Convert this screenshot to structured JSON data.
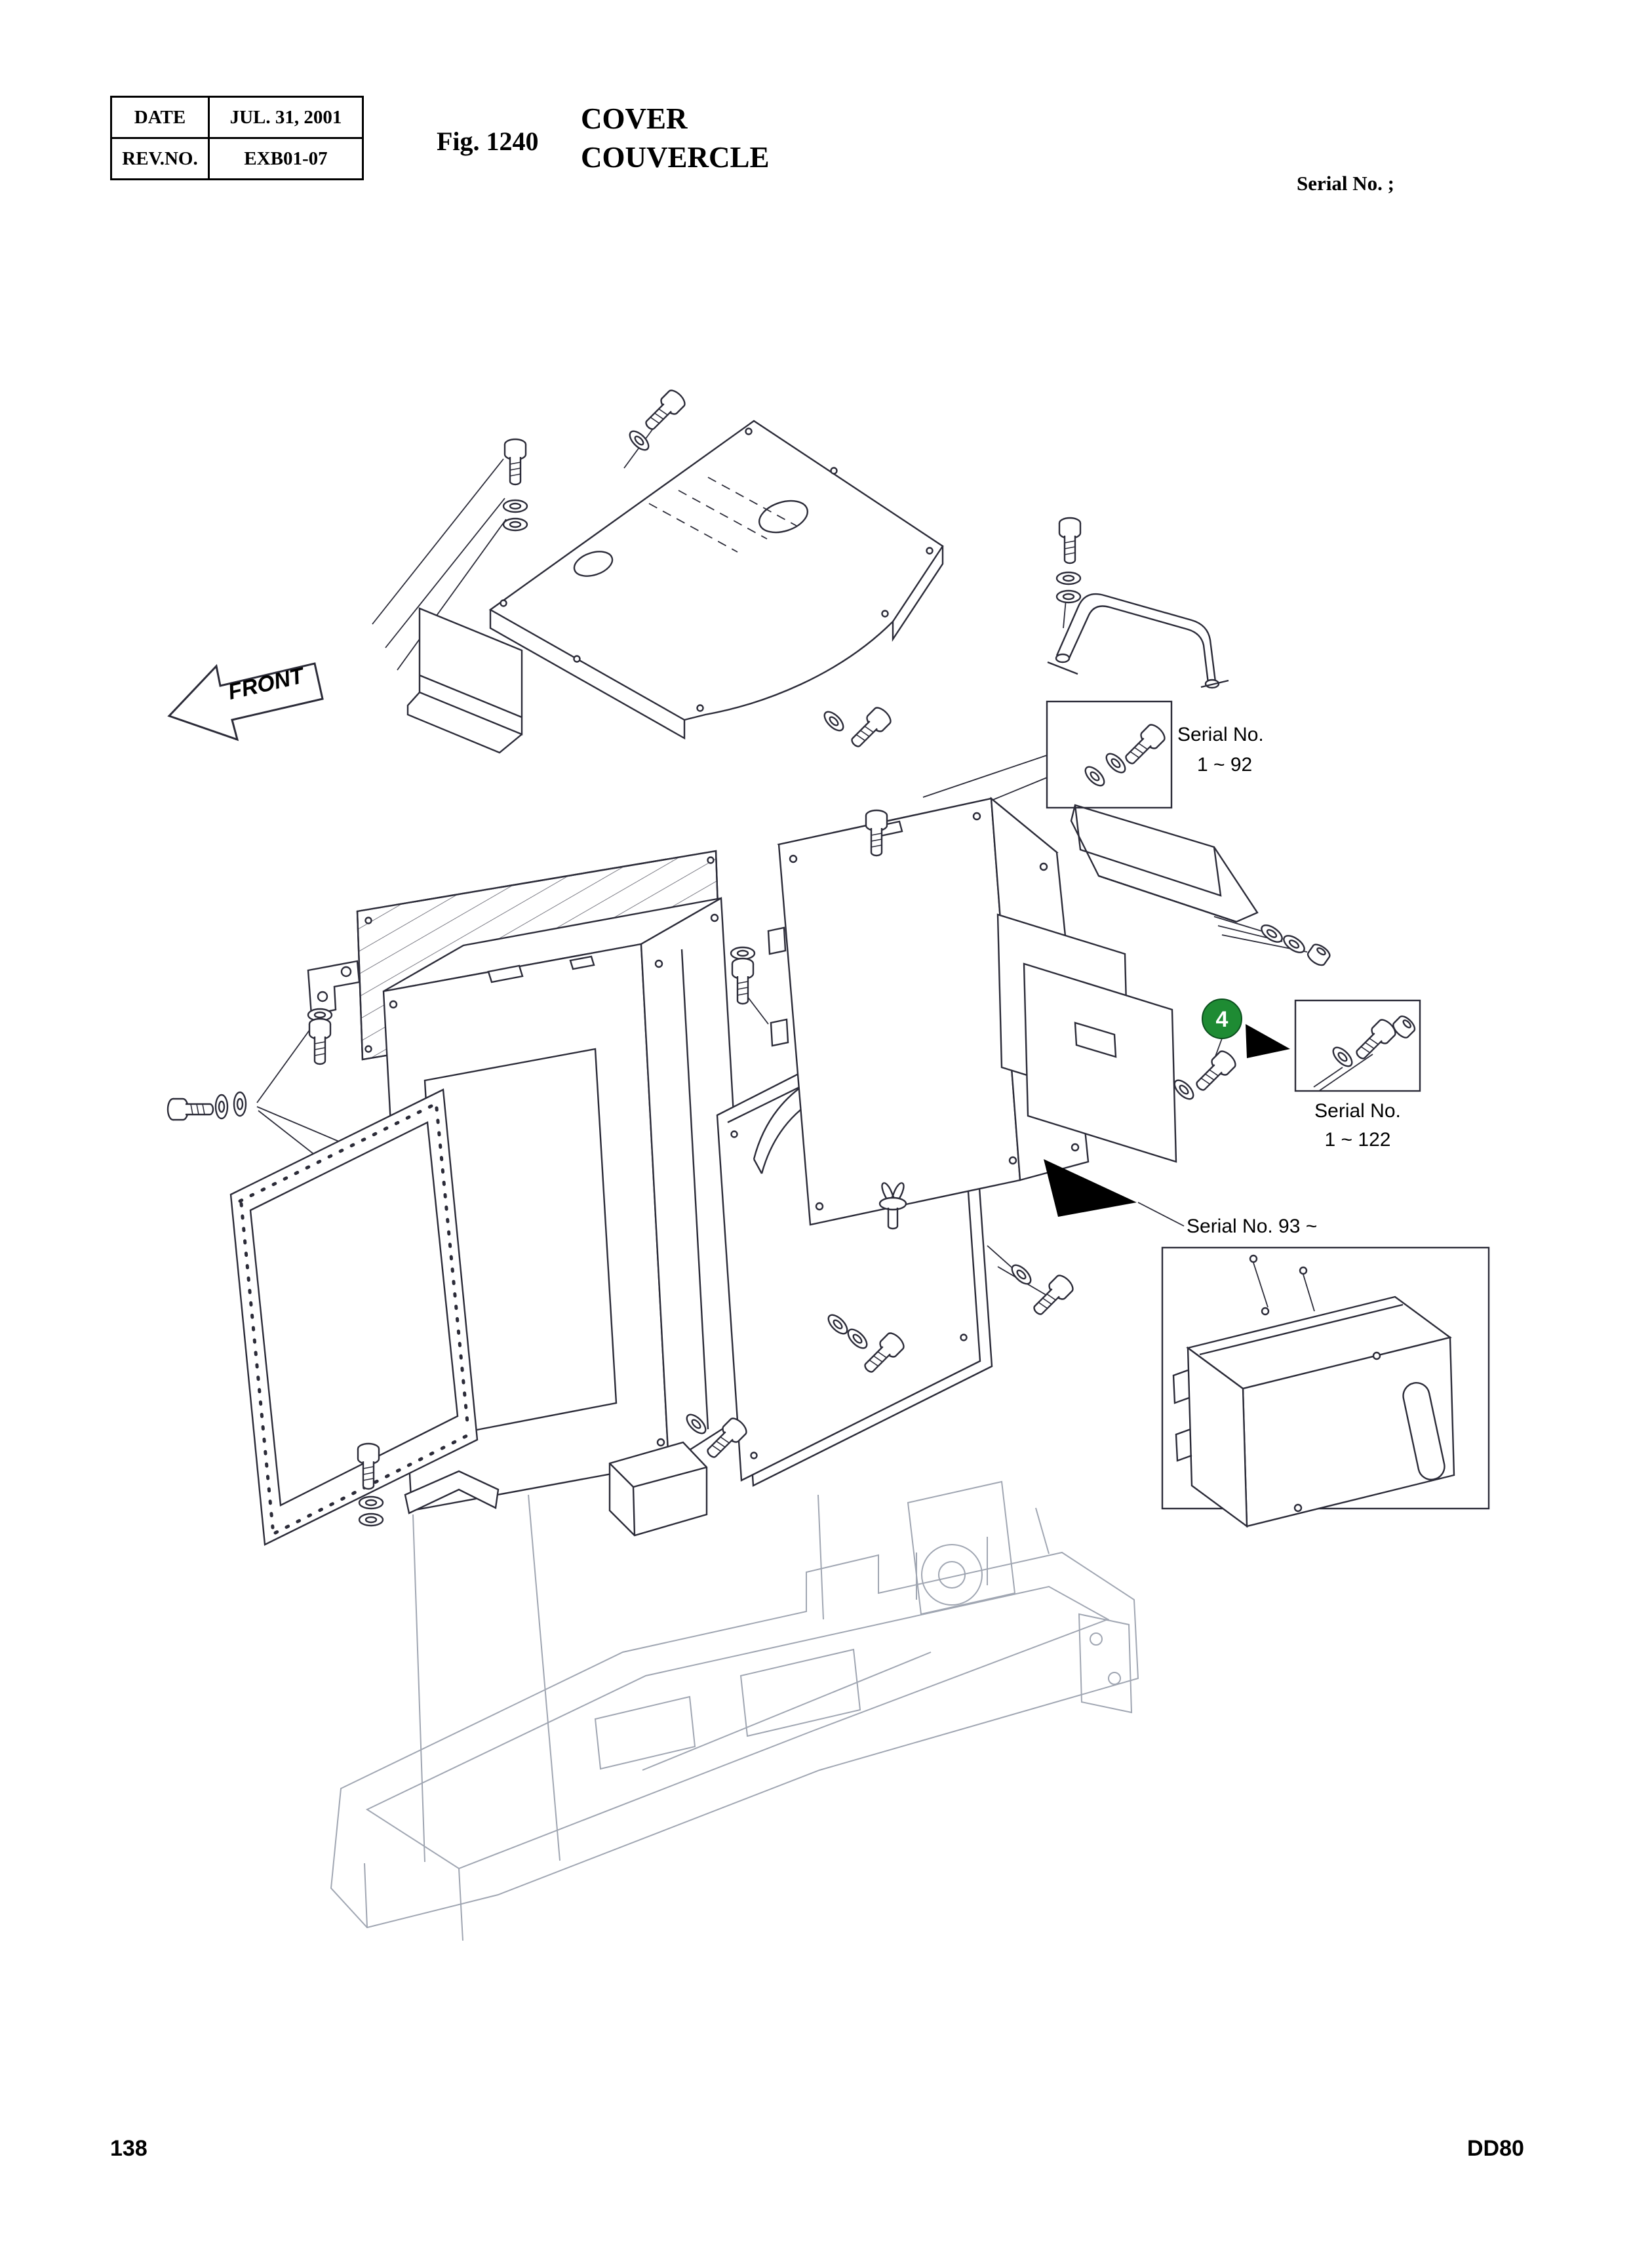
{
  "header": {
    "table": {
      "date_label": "DATE",
      "date_value": "JUL. 31, 2001",
      "rev_label": "REV.NO.",
      "rev_value": "EXB01-07"
    },
    "fig_label": "Fig. 1240",
    "title_en": "COVER",
    "title_fr": "COUVERCLE",
    "serial_no": "Serial No. ;"
  },
  "diagram": {
    "front_label": "FRONT",
    "balloon_4": "4",
    "balloon_color": "#1e8b33",
    "callout_serial_1_92": {
      "line1": "Serial No.",
      "line2": "1 ~ 92"
    },
    "callout_serial_1_122": {
      "line1": "Serial No.",
      "line2": "1 ~ 122"
    },
    "callout_serial_93": "Serial No. 93 ~"
  },
  "footer": {
    "page_number": "138",
    "model_code": "DD80"
  }
}
